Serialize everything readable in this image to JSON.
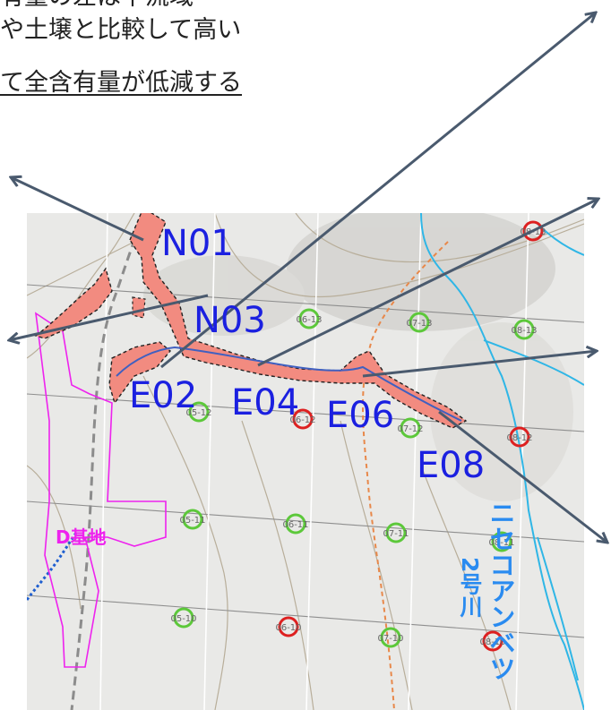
{
  "header": {
    "line1": "有量の差は下流域",
    "line2": "や土壌と比較して高い",
    "line3": "て全含有量が低減する"
  },
  "map": {
    "site_labels": {
      "n01": "N01",
      "n03": "N03",
      "e02": "E02",
      "e04": "E04",
      "e06": "E06",
      "e08": "E08"
    },
    "area_label": "D基地",
    "river_label_main": "ニセコアンベツ",
    "river_label_sub": "2号川",
    "well_labels": [
      "08-13",
      "07-13",
      "06-13",
      "08-13",
      "05-12",
      "06-12",
      "07-12",
      "08-12",
      "05-11",
      "06-11",
      "07-11",
      "08-11",
      "05-10",
      "06-10",
      "07-10",
      "08-10"
    ],
    "colors": {
      "label_blue": "#1b20e0",
      "river_blue": "#2a8bf0",
      "route_fill": "#f28b80",
      "boundary_magenta": "#ee22ee",
      "arrow_gray": "#4a5a6e",
      "well_green": "#5cc83a",
      "well_red": "#dd2020"
    }
  }
}
